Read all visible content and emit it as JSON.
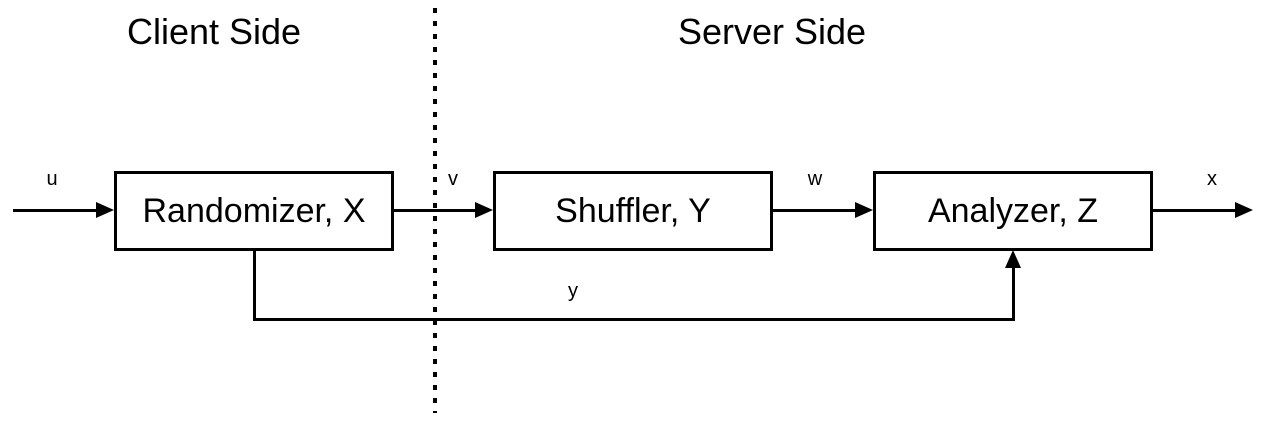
{
  "page": {
    "background": "#ffffff"
  },
  "diagram": {
    "type": "block-diagram",
    "line_color": "#000000",
    "sections": {
      "client": {
        "label": "Client Side"
      },
      "server": {
        "label": "Server Side"
      }
    },
    "blocks": [
      {
        "id": "randomizer",
        "label": "Randomizer, X"
      },
      {
        "id": "shuffler",
        "label": "Shuffler, Y"
      },
      {
        "id": "analyzer",
        "label": "Analyzer, Z"
      }
    ],
    "signals": {
      "u": "u",
      "v": "v",
      "w": "w",
      "x": "x",
      "y": "y"
    },
    "flows": [
      "u -> Randomizer, X",
      "Randomizer, X -v-> Shuffler, Y",
      "Shuffler, Y -w-> Analyzer, Z",
      "Analyzer, Z -> x",
      "Randomizer, X -y-> Analyzer, Z (feedback underneath)"
    ]
  }
}
